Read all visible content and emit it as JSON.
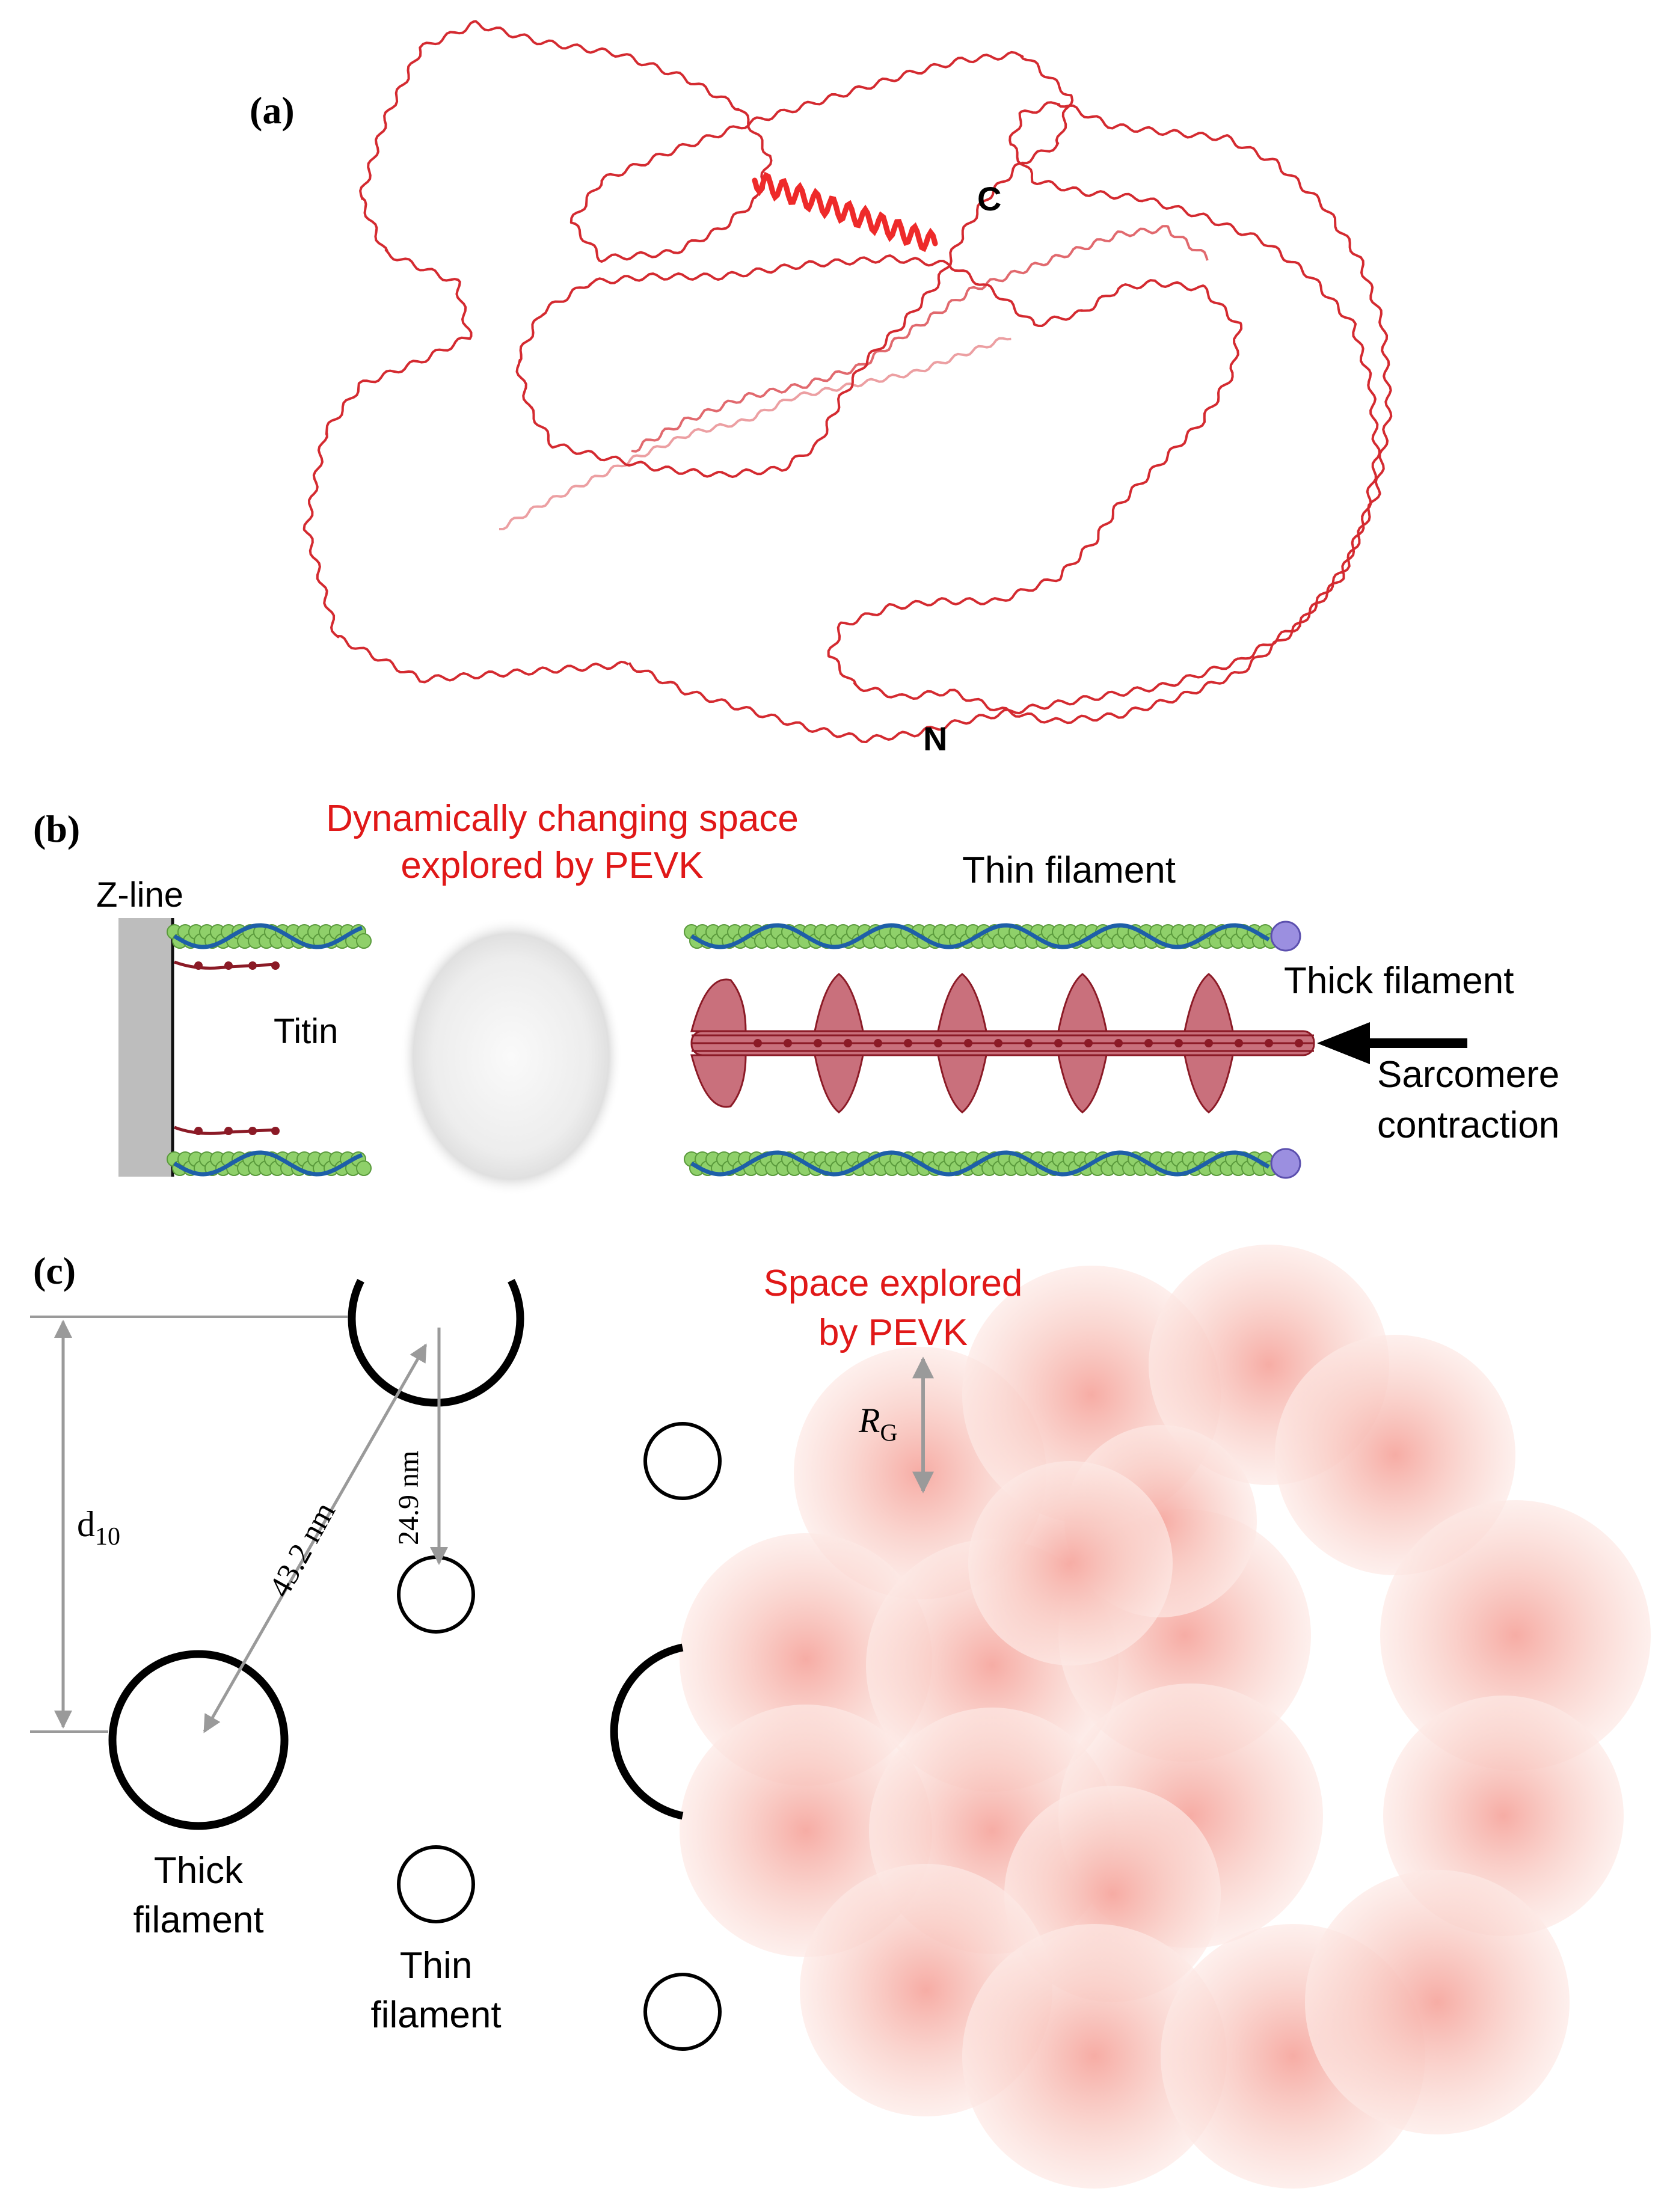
{
  "panel_a": {
    "label": "(a)",
    "c_terminus": "C",
    "n_terminus": "N",
    "chain_color": "#d42a30",
    "helix_color": "#ee2a2a"
  },
  "panel_b": {
    "label": "(b)",
    "title_line1": "Dynamically changing space",
    "title_line2": "explored by PEVK",
    "z_line": "Z-line",
    "titin": "Titin",
    "thin_filament": "Thin filament",
    "thick_filament": "Thick filament",
    "contraction_line1": "Sarcomere",
    "contraction_line2": "contraction",
    "accent_color": "#e01818",
    "actin_color": "#8fd06a",
    "tropomyosin_color": "#1e5fa8",
    "myosin_color": "#c9707c",
    "cap_color": "#9b8fe0"
  },
  "panel_c": {
    "label": "(c)",
    "d10_main": "d",
    "d10_sub": "10",
    "dist_diag": "43.2 nm",
    "dist_vert": "24.9 nm",
    "thick_line1": "Thick",
    "thick_line2": "filament",
    "thin_line1": "Thin",
    "thin_line2": "filament",
    "space_line1": "Space explored",
    "space_line2": "by PEVK",
    "rg_main": "R",
    "rg_sub": "G",
    "arrow_color": "#9a9a9a",
    "blob_color": "#f6a8a0"
  }
}
